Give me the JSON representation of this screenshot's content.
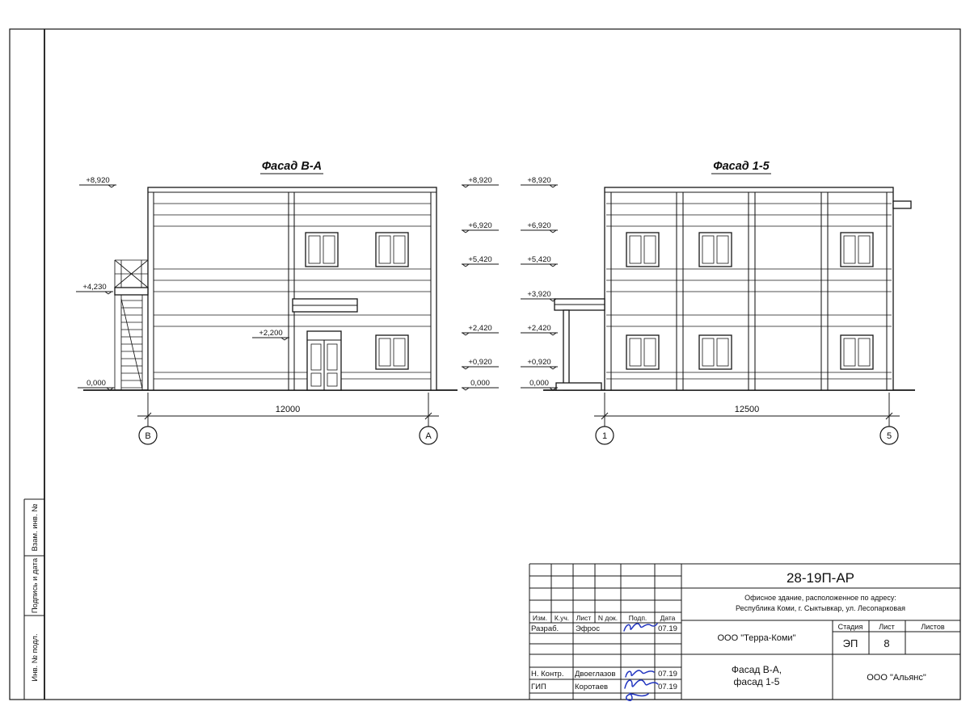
{
  "doc": {
    "code": "28-19П-АР",
    "obj1": "Офисное здание, расположенное по адресу:",
    "obj2": "Республика Коми, г. Сыктывкар, ул. Лесопарковая",
    "company": "ООО \"Терра-Коми\"",
    "contractor": "ООО \"Альянс\"",
    "stageLabel": "Стадия",
    "sheetLabel": "Лист",
    "sheetsLabel": "Листов",
    "stage": "ЭП",
    "sheetNo": "8",
    "title1": "Фасад В-А,",
    "title2": "фасад 1-5"
  },
  "tb": {
    "cols": {
      "c1": "Изм.",
      "c2": "К.уч.",
      "c3": "Лист",
      "c4": "N док.",
      "c5": "Подп.",
      "c6": "Дата"
    },
    "razrab": {
      "role": "Разраб.",
      "name": "Эфрос",
      "date": "07.19"
    },
    "nkontr": {
      "role": "Н. Контр.",
      "name": "Двоеглазов",
      "date": "07.19"
    },
    "gip": {
      "role": "ГИП",
      "name": "Коротаев",
      "date": "07.19"
    }
  },
  "stamp": {
    "box1": "Взам. инв. №",
    "box2": "Подпись и дата",
    "box3": "Инв. № подл."
  },
  "facadeBA": {
    "title": "Фасад В-А",
    "marksL": [
      "+8,920",
      "+4,230",
      "0,000"
    ],
    "marksR": [
      "+8,920",
      "+6,920",
      "+5,420",
      "+2,420",
      "+0,920",
      "0,000"
    ],
    "innerMark": "+2,200",
    "dim": "12000",
    "axisL": "В",
    "axisR": "А"
  },
  "facade15": {
    "title": "Фасад 1-5",
    "marks": [
      "+8,920",
      "+6,920",
      "+5,420",
      "+3,920",
      "+2,420",
      "+0,920",
      "0,000"
    ],
    "dim": "12500",
    "axisL": "1",
    "axisR": "5"
  }
}
